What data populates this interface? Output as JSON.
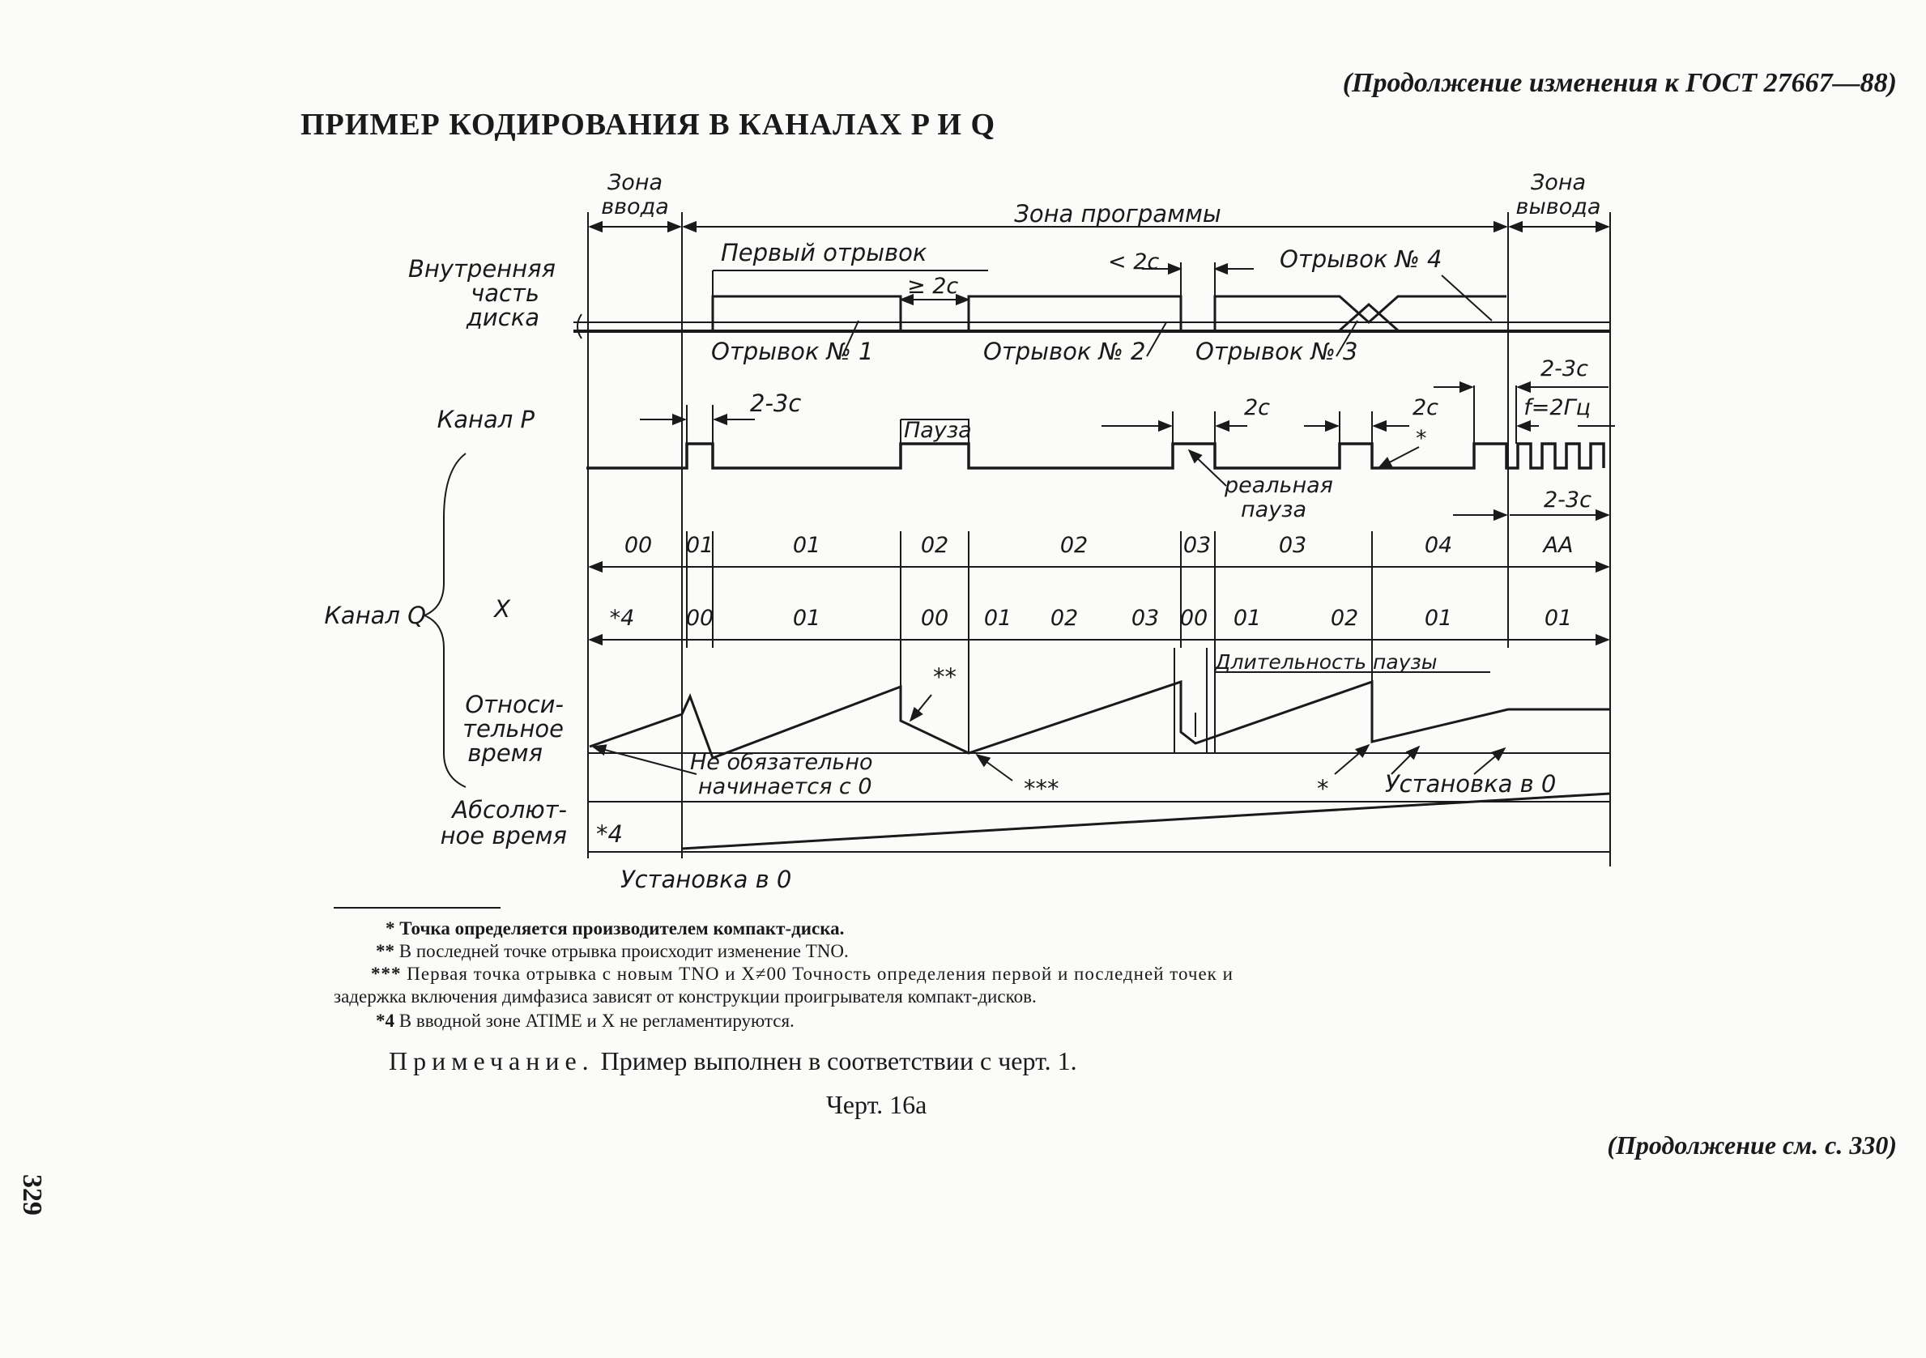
{
  "header": {
    "continuation": "(Продолжение изменения к ГОСТ 27667—88)",
    "title": "ПРИМЕР КОДИРОВАНИЯ В КАНАЛАХ P И Q"
  },
  "diagram": {
    "zone_labels": {
      "lead_in_1": "Зона",
      "lead_in_2": "ввода",
      "program": "Зона программы",
      "lead_out_1": "Зона",
      "lead_out_2": "выводa"
    },
    "row_labels": {
      "inner_1": "Внутренняя",
      "inner_2": "часть",
      "inner_3": "диска",
      "channel_p": "Канал P",
      "channel_q": "Канал Q",
      "x": "X",
      "rel_1": "Относи-",
      "rel_2": "тельное",
      "rel_3": "время",
      "abs_1": "Абсолют-",
      "abs_2": "ное время"
    },
    "track_labels": {
      "first_track": "Первый отрывок",
      "track_4": "Отрывок № 4",
      "lt2c": "< 2с",
      "ge2c": "≥ 2с",
      "track_1": "Отрывок № 1",
      "track_2": "Отрывок № 2",
      "track_3": "Отрывок № 3"
    },
    "p_labels": {
      "t23_a": "2-3с",
      "pause": "Пауза",
      "t2c_a": "2с",
      "t2c_b": "2с",
      "star": "*",
      "t23_b": "2-3с",
      "freq": "f=2Гц",
      "real_1": "реальная",
      "real_2": "пауза",
      "t23_c": "2-3с"
    },
    "tno": [
      "00",
      "01",
      "01",
      "02",
      "02",
      "03",
      "03",
      "04",
      "АА"
    ],
    "x_values": [
      "*4",
      "00",
      "01",
      "00",
      "01",
      "02",
      "03",
      "00",
      "01",
      "02",
      "01",
      "01"
    ],
    "rel_labels": {
      "pause_duration": "Длительность паузы",
      "dstar": "**",
      "not_required_1": "Не обязательно",
      "not_required_2": "начинается с 0",
      "tstar": "***",
      "star": "*",
      "set0": "Установка в 0"
    },
    "abs_labels": {
      "star4": "*4",
      "set0": "Установка в 0"
    }
  },
  "footnotes": {
    "fn1_mark": "*",
    "fn1_text": "Точка определяется производителем компакт-диска.",
    "fn2_mark": "**",
    "fn2_text": "В последней точке отрывка происходит изменение TNO.",
    "fn3_mark": "***",
    "fn3_text": "Первая точка отрывка с новым TNO и X≠00 Точность определения первой и последней точек и",
    "fn3_text_2": "задержка включения димфазиса зависят от конструкции проигрывателя компакт-дисков.",
    "fn4_mark": "*4",
    "fn4_text": "В вводной зоне ATIME и X не регламентируются."
  },
  "note": {
    "label": "Примечание.",
    "text": "Пример выполнен в соответствии с черт. 1."
  },
  "figure_label": "Черт. 16а",
  "footer": {
    "continuation": "(Продолжение см. с. 330)"
  },
  "page_number": "329"
}
